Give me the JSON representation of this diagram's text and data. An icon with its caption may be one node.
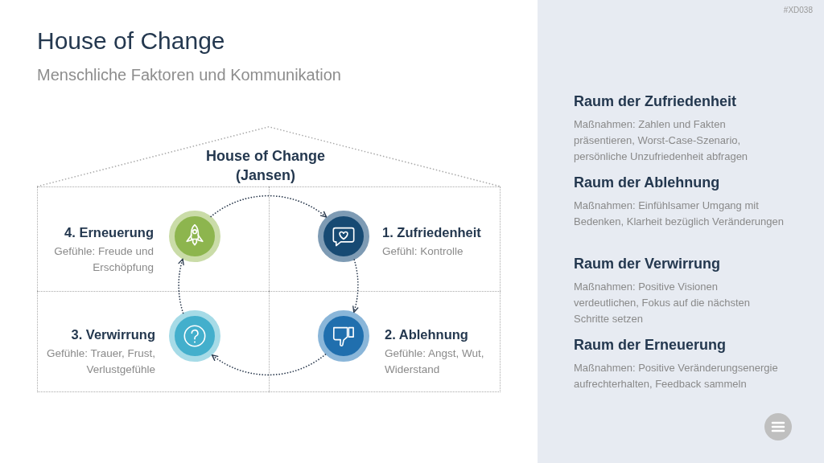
{
  "diagram": {
    "title": "House of Change",
    "nodes": [
      {
        "text": [
          "House of Change (Jansen)"
        ]
      },
      {
        "text": [
          "4. Erneuerung",
          "Gefühle: Freude und Erschöpfung"
        ],
        "in": 0
      },
      {
        "text": [],
        "shape": "circle",
        "in": 1
      },
      {
        "text": [
          "1. Zufriedenheit",
          "Gefühl: Kontrolle"
        ],
        "in": 0
      },
      {
        "text": [],
        "shape": "circle",
        "in": 3
      },
      {
        "text": [
          "3. Verwirrung",
          "Gefühle: Trauer, Frust, Verlustgefühle"
        ],
        "in": 0
      },
      {
        "text": [],
        "shape": "circle",
        "in": 5
      },
      {
        "text": [
          "2. Ablehnung",
          "Gefühle: Angst, Wut, Widerstand"
        ],
        "in": 0
      },
      {
        "text": [],
        "shape": "circle",
        "in": 7
      },
      {
        "text": [
          "Raum der Zufriedenheit",
          "Maßnahmen: Zahlen und Fakten präsentieren, Worst-Case-Szenario, persönliche Unzufriedenheit abfragen",
          "Raum der Ablehnung",
          "Maßnahmen: Einfühlsamer Umgang mit Bedenken, Klarheit bezüglich Veränderungen",
          "Raum der Verwirrung",
          "Maßnahmen: Positive Visionen verdeutlichen, Fokus auf die nächsten Schritte setzen",
          "Raum der Erneuerung",
          "Maßnahmen: Positive Veränderungsenergie aufrechterhalten, Feedback sammeln"
        ]
      }
    ],
    "edges": [
      {
        "from": 2,
        "to": 4,
        "arrow": "to",
        "style": "dashed"
      },
      {
        "from": 4,
        "to": 8,
        "arrow": "to",
        "style": "dashed"
      },
      {
        "from": 8,
        "to": 6,
        "arrow": "to",
        "style": "dashed"
      },
      {
        "from": 6,
        "to": 2,
        "arrow": "to",
        "style": "dashed"
      }
    ],
    "labels": [
      "#XD038",
      "Menschliche Faktoren und Kommunikation"
    ]
  }
}
